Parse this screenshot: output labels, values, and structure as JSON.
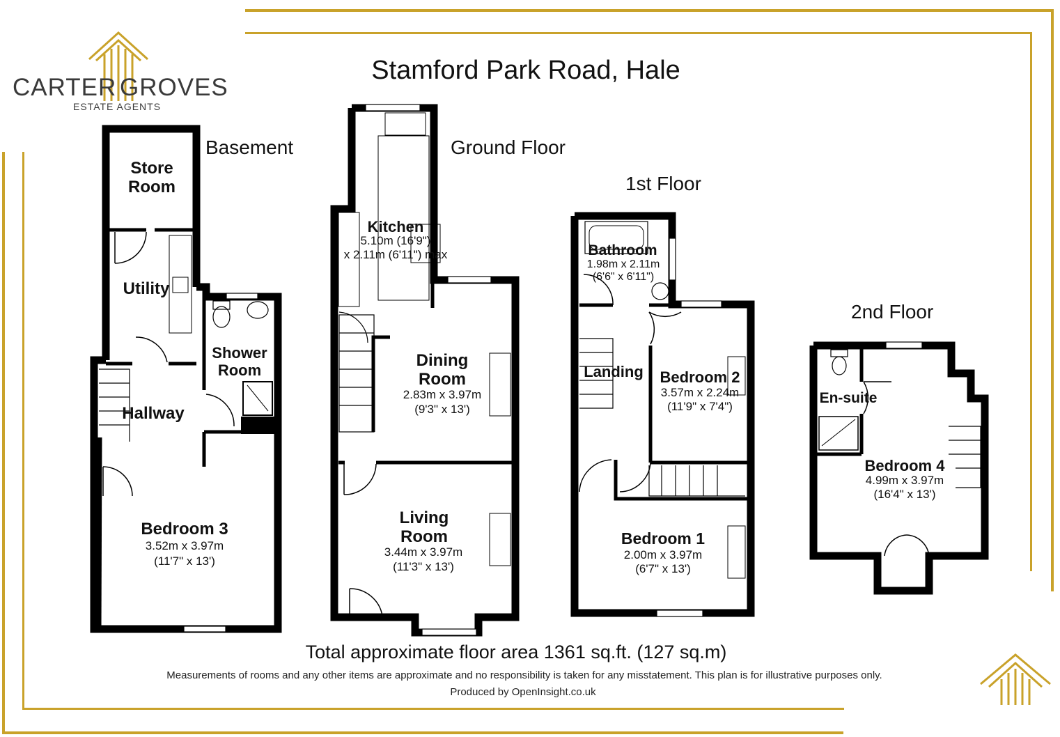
{
  "title": "Stamford Park Road, Hale",
  "brand": {
    "name_left": "CARTER",
    "name_right": "GROVES",
    "tagline": "ESTATE AGENTS",
    "accent_color": "#c9a22a",
    "icon": "house-lines-icon"
  },
  "floors": {
    "basement": "Basement",
    "ground": "Ground Floor",
    "first": "1st Floor",
    "second": "2nd Floor"
  },
  "rooms": {
    "store_room": {
      "name": "Store\nRoom"
    },
    "utility": {
      "name": "Utility"
    },
    "shower_room": {
      "name": "Shower\nRoom"
    },
    "hallway": {
      "name": "Hallway"
    },
    "bedroom3": {
      "name": "Bedroom 3",
      "dim1": "3.52m x 3.97m",
      "dim2": "(11'7\" x 13')"
    },
    "kitchen": {
      "name": "Kitchen",
      "dim1": "5.10m (16'9\")",
      "dim2": "x 2.11m (6'11\") max"
    },
    "dining_room": {
      "name": "Dining\nRoom",
      "dim1": "2.83m x 3.97m",
      "dim2": "(9'3\" x 13')"
    },
    "living_room": {
      "name": "Living\nRoom",
      "dim1": "3.44m x 3.97m",
      "dim2": "(11'3\" x 13')"
    },
    "bathroom": {
      "name": "Bathroom",
      "dim1": "1.98m x 2.11m",
      "dim2": "(6'6\" x 6'11\")"
    },
    "landing": {
      "name": "Landing"
    },
    "bedroom2": {
      "name": "Bedroom 2",
      "dim1": "3.57m x 2.24m",
      "dim2": "(11'9\" x 7'4\")"
    },
    "bedroom1": {
      "name": "Bedroom 1",
      "dim1": "2.00m x 3.97m",
      "dim2": "(6'7\" x 13')"
    },
    "ensuite": {
      "name": "En-suite"
    },
    "bedroom4": {
      "name": "Bedroom 4",
      "dim1": "4.99m x 3.97m",
      "dim2": "(16'4\" x 13')"
    }
  },
  "total_area": "Total approximate floor area 1361 sq.ft. (127 sq.m)",
  "disclaimer": "Measurements of rooms and any other items are approximate and no responsibility is taken for any misstatement. This plan is for illustrative purposes only.",
  "produced_by": "Produced by OpenInsight.co.uk"
}
